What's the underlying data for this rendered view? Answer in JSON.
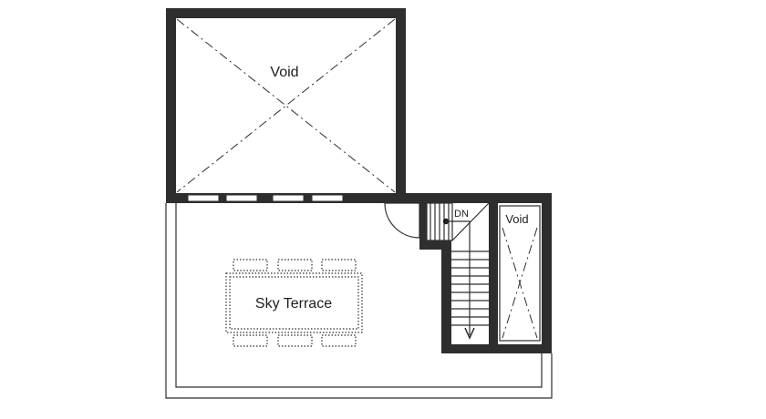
{
  "labels": {
    "void_main": "Void",
    "void_side": "Void",
    "terrace": "Sky Terrace",
    "stair_dir": "DN"
  },
  "colors": {
    "wall": "#2e2e2e",
    "background": "#ffffff"
  }
}
